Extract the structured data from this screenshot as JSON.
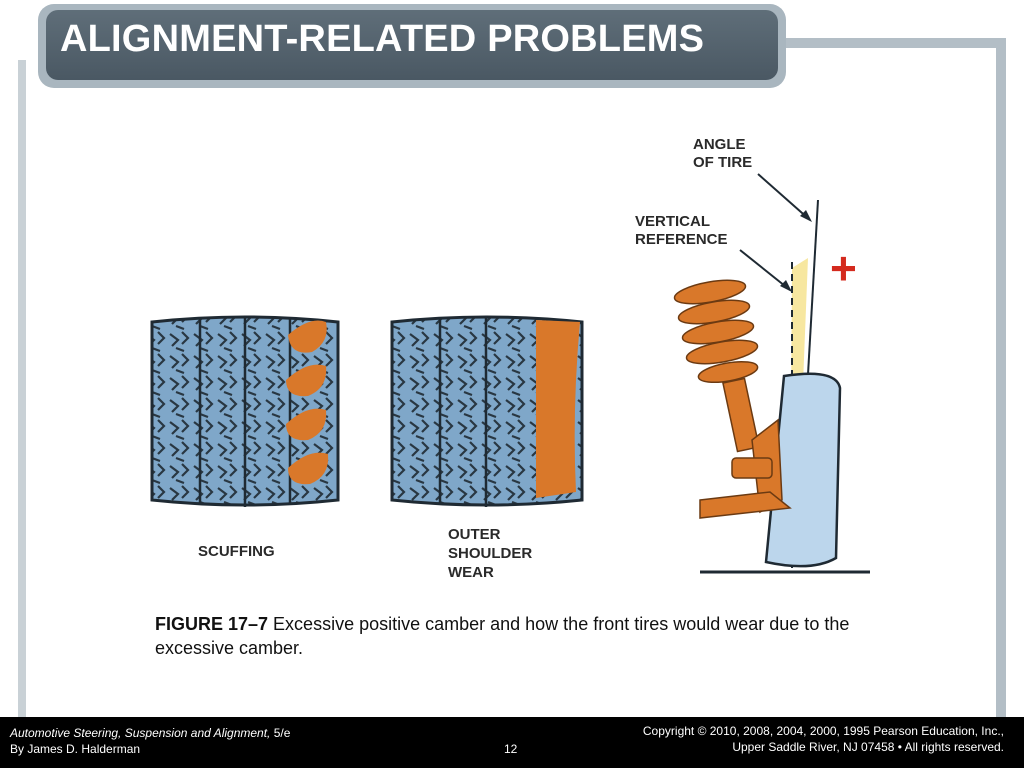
{
  "slide": {
    "title": "ALIGNMENT-RELATED PROBLEMS"
  },
  "figure": {
    "labels": {
      "angle_of_tire_line1": "ANGLE",
      "angle_of_tire_line2": "OF TIRE",
      "vertical_ref_line1": "VERTICAL",
      "vertical_ref_line2": "REFERENCE",
      "plus_sign": "+",
      "scuffing": "SCUFFING",
      "outer_line1": "OUTER",
      "outer_line2": "SHOULDER",
      "outer_line3": "WEAR"
    },
    "caption_number": "FIGURE 17–7",
    "caption_text": " Excessive positive camber and how the front tires would wear due to the excessive camber."
  },
  "footer": {
    "book_title": "Automotive Steering, Suspension and Alignment,",
    "edition": " 5/e",
    "author": "By James D. Halderman",
    "page_number": "12",
    "copyright_line1": "Copyright © 2010, 2008, 2004, 2000, 1995 Pearson Education, Inc.,",
    "copyright_line2": "Upper Saddle River, NJ 07458 • All rights reserved."
  },
  "colors": {
    "tire_blue": "#7fa7c9",
    "wear_orange": "#d9782a",
    "camber_yellow": "#f7e7a0"
  }
}
